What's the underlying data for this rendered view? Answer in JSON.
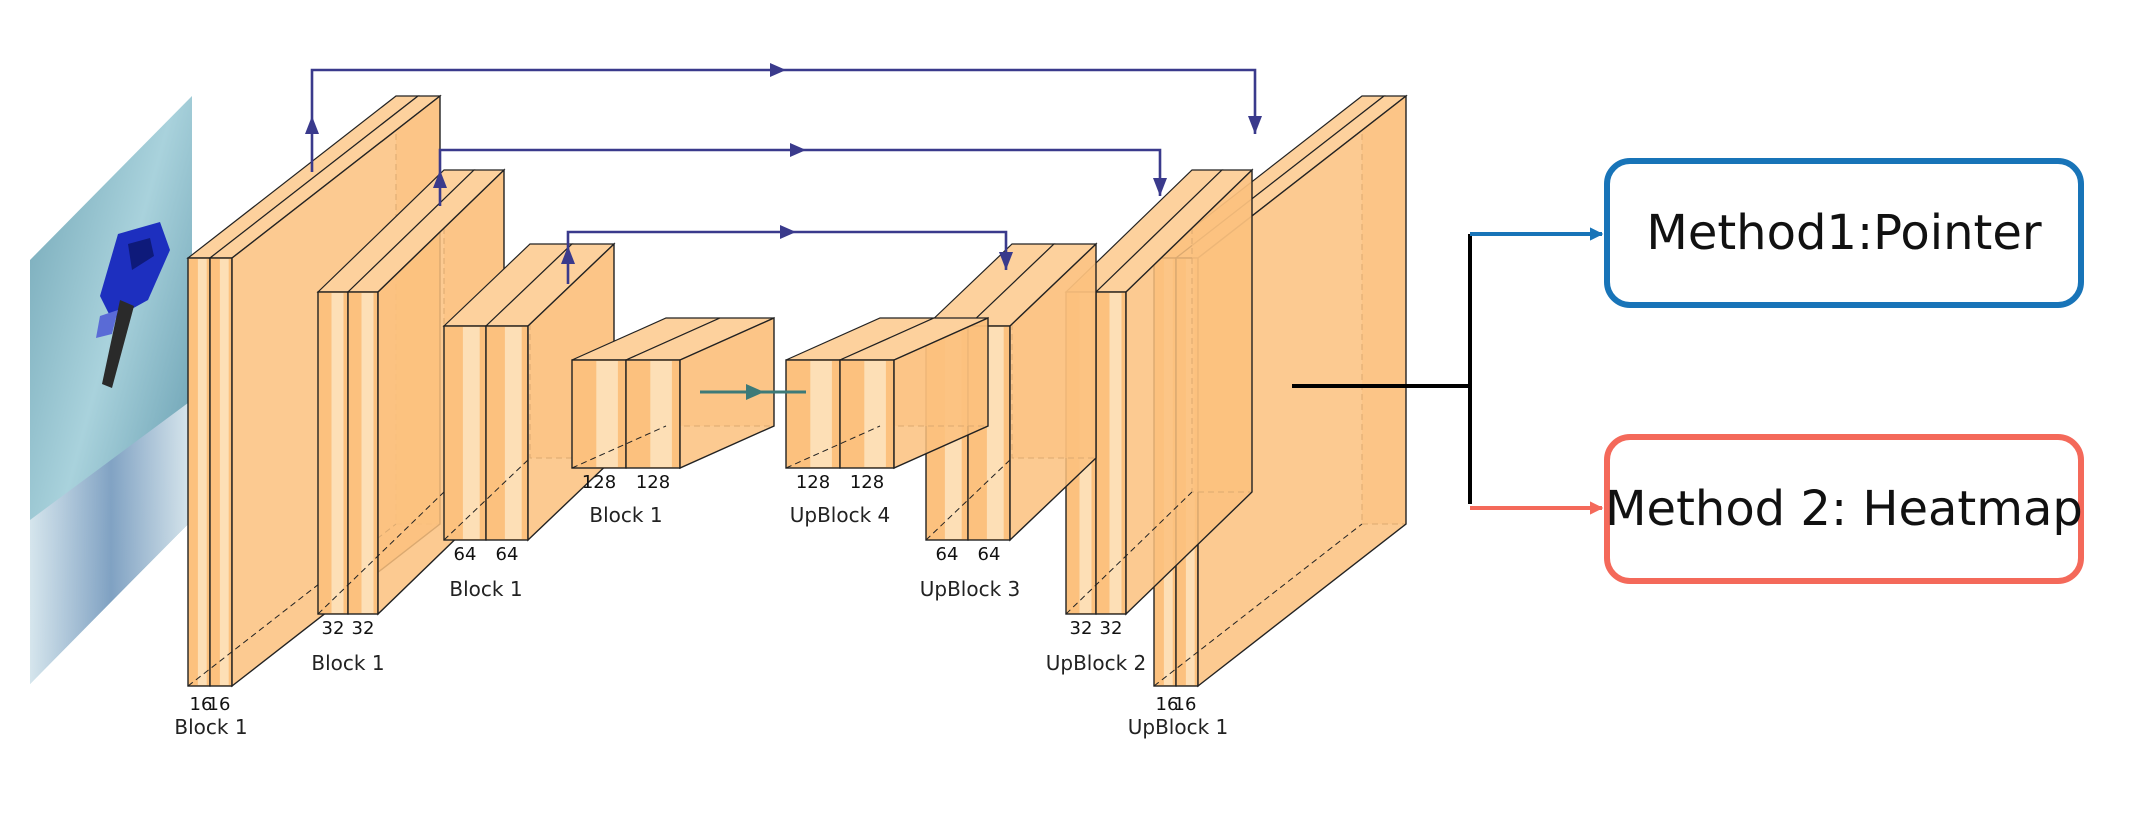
{
  "colors": {
    "block_fill": "#fcc17e",
    "block_top": "#fdd19d",
    "block_light": "#fde4bf",
    "block_edge": "#222222",
    "skip_arrow": "#3a3a8c",
    "bottleneck_arrow": "#3d7a78",
    "method1_border": "#1874b8",
    "method2_border": "#f4695a",
    "branch_line": "#000000"
  },
  "encoder": [
    {
      "id": "enc1",
      "label": "Block 1",
      "dims": [
        "16",
        "16"
      ]
    },
    {
      "id": "enc2",
      "label": "Block 1",
      "dims": [
        "32",
        "32"
      ]
    },
    {
      "id": "enc3",
      "label": "Block 1",
      "dims": [
        "64",
        "64"
      ]
    },
    {
      "id": "enc4",
      "label": "Block 1",
      "dims": [
        "128",
        "128"
      ]
    }
  ],
  "decoder": [
    {
      "id": "dec4",
      "label": "UpBlock 4",
      "dims": [
        "128",
        "128"
      ]
    },
    {
      "id": "dec3",
      "label": "UpBlock 3",
      "dims": [
        "64",
        "64"
      ]
    },
    {
      "id": "dec2",
      "label": "UpBlock 2",
      "dims": [
        "32",
        "32"
      ]
    },
    {
      "id": "dec1",
      "label": "UpBlock 1",
      "dims": [
        "16",
        "16"
      ]
    }
  ],
  "outputs": {
    "method1": "Method1:Pointer",
    "method2": "Method 2: Heatmap"
  }
}
